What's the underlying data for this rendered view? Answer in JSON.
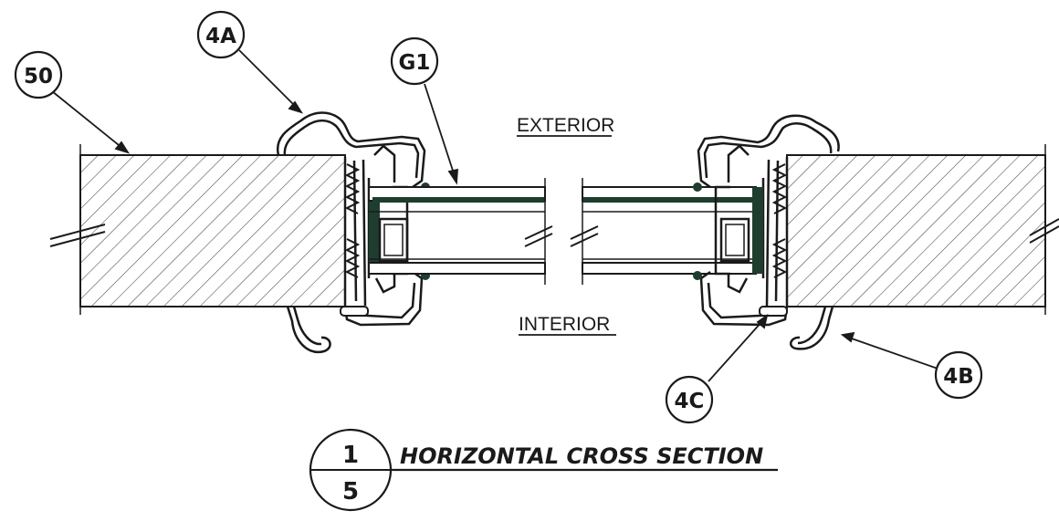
{
  "callouts": {
    "wall": "50",
    "frame_left": "4A",
    "glass": "G1",
    "frame_right": "4B",
    "fastener": "4C"
  },
  "labels": {
    "exterior": "EXTERIOR",
    "interior": "INTERIOR"
  },
  "section": {
    "title": "HORIZONTAL CROSS SECTION",
    "number": "1",
    "sheet": "5"
  },
  "colors": {
    "ink": "#1a1a1a",
    "seal": "#1f3d2f",
    "hatch": "#444444"
  }
}
